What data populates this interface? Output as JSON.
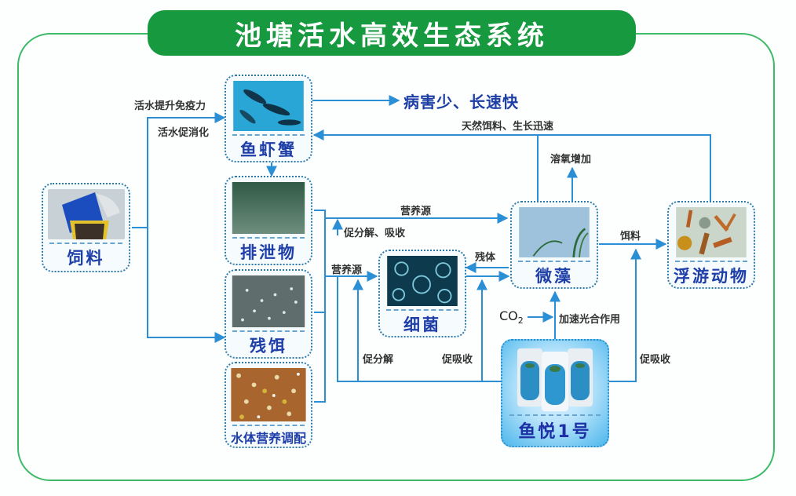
{
  "title": "池塘活水高效生态系统",
  "colors": {
    "title_bg": "#17993f",
    "frame": "#3dbb68",
    "arrow": "#2b8fd6",
    "node_label": "#1f3fa8",
    "result_text": "#1c3ea5"
  },
  "nodes": {
    "feed": {
      "label": "饲料"
    },
    "fish": {
      "label": "鱼虾蟹"
    },
    "excreta": {
      "label": "排泄物"
    },
    "leftover": {
      "label": "残饵"
    },
    "nutrient": {
      "label": "水体营养调配"
    },
    "bacteria": {
      "label": "细菌"
    },
    "algae": {
      "label": "微藻"
    },
    "zooplankton": {
      "label": "浮游动物"
    },
    "product": {
      "label": "鱼悦1号"
    }
  },
  "result": "病害少、长速快",
  "annotations": {
    "immunity": "活水提升免疫力",
    "digestion": "活水促消化",
    "natural_feed": "天然饵料、生长迅速",
    "oxygen": "溶氧增加",
    "nutrient_source_top": "营养源",
    "decompose_absorb": "促分解、吸收",
    "nutrient_source_mid": "营养源",
    "residue": "残体",
    "bait": "饵料",
    "co2": "CO",
    "co2_sub": "2",
    "photosynthesis": "加速光合作用",
    "decompose": "促分解",
    "absorb_mid": "促吸收",
    "absorb_right": "促吸收"
  }
}
